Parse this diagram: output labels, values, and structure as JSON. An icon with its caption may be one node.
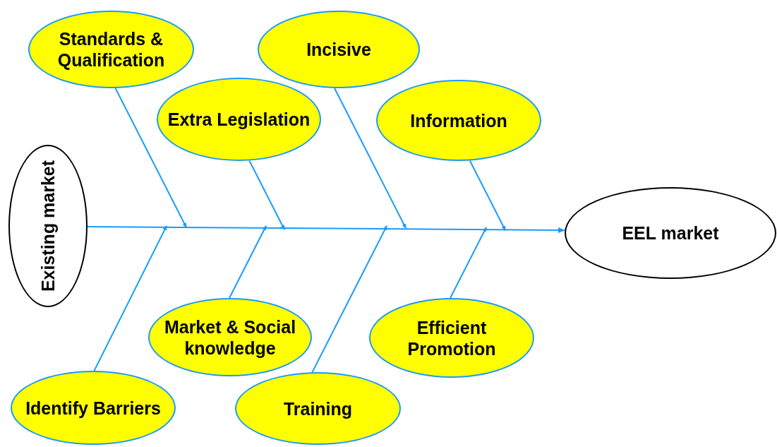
{
  "diagram": {
    "nodes": [
      {
        "text": [
          "Existing market"
        ]
      },
      {
        "text": [
          "EEL market"
        ]
      },
      {
        "text": [
          "Standards & Qualification"
        ]
      },
      {
        "text": [
          "Incisive"
        ]
      },
      {
        "text": [
          "Extra Legislation"
        ]
      },
      {
        "text": [
          "Information"
        ]
      },
      {
        "text": [
          "Market & Social knowledge"
        ]
      },
      {
        "text": [
          "Efficient Promotion"
        ]
      },
      {
        "text": [
          "Identify Barriers"
        ]
      },
      {
        "text": [
          "Training"
        ]
      }
    ],
    "edges": [
      {
        "from": 0,
        "to": 1,
        "arrow": "to"
      },
      {
        "from": 2,
        "to": null,
        "arrow": "to"
      },
      {
        "from": 4,
        "to": null,
        "arrow": "to"
      },
      {
        "from": 3,
        "to": null,
        "arrow": "to"
      },
      {
        "from": 5,
        "to": null,
        "arrow": "to"
      },
      {
        "from": 8,
        "to": null,
        "arrow": "to"
      },
      {
        "from": 6,
        "to": null,
        "arrow": "to"
      },
      {
        "from": 9,
        "to": null,
        "arrow": "to"
      },
      {
        "from": 7,
        "to": null,
        "arrow": "to"
      }
    ]
  }
}
